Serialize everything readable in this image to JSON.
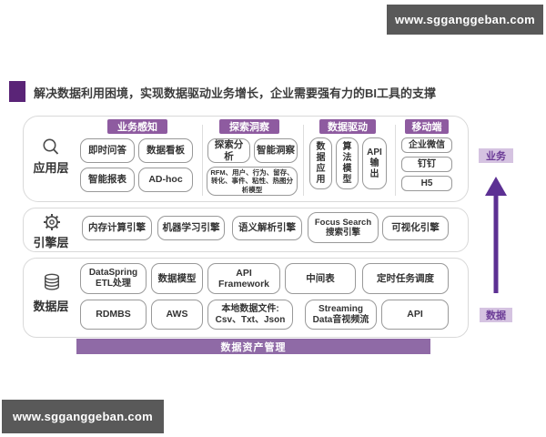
{
  "watermark": "www.sgganggeban.com",
  "title": "解决数据利用困境，实现数据驱动业务增长，企业需要强有力的BI工具的支撑",
  "layers": {
    "app": {
      "label": "应用层",
      "icon": "magnifier-icon"
    },
    "engine": {
      "label": "引擎层",
      "icon": "gear-icon"
    },
    "data": {
      "label": "数据层",
      "icon": "database-icon"
    }
  },
  "app": {
    "sections": [
      {
        "header": "业务感知",
        "boxes": [
          "即时问答",
          "数据看板",
          "智能报表",
          "AD-hoc"
        ]
      },
      {
        "header": "探索洞察",
        "boxes": [
          "探索分析",
          "智能洞察",
          "RFM、用户、行为、留存、转化、事件、粘性、热图分析模型"
        ]
      },
      {
        "header": "数据驱动",
        "boxes": [
          "数据应用",
          "算法模型",
          "API输出"
        ]
      },
      {
        "header": "移动端",
        "boxes": [
          "企业微信",
          "钉钉",
          "H5"
        ]
      }
    ]
  },
  "engine": {
    "boxes": [
      "内存计算引擎",
      "机器学习引擎",
      "语义解析引擎",
      "Focus Search 搜索引擎",
      "可视化引擎"
    ]
  },
  "data_layer": {
    "row1": [
      "DataSpring ETL处理",
      "数据模型",
      "API Framework",
      "中间表",
      "定时任务调度"
    ],
    "row2": [
      "RDMBS",
      "AWS",
      "本地数据文件: Csv、Txt、Json",
      "Streaming Data音视频流",
      "API"
    ]
  },
  "asset_bar": "数据资产管理",
  "flow": {
    "top_label": "业务",
    "bottom_label": "数据"
  },
  "colors": {
    "header_purple": "#8e5ba0",
    "asset_bar_purple": "#8f6aa6",
    "tag_background": "#d5c3e1",
    "tag_text": "#6b3b96",
    "arrow_purple": "#5c3093",
    "title_square_purple": "#5a2477",
    "watermark_background": "#595959"
  }
}
